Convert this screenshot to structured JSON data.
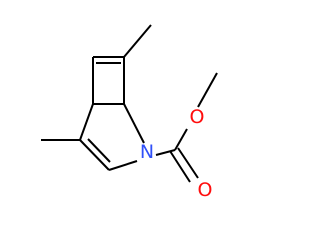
{
  "molecule": {
    "atoms": {
      "nitrogen": "N",
      "carbonyl_oxygen": "O",
      "ether_oxygen": "O"
    },
    "colors": {
      "bond": "#000000",
      "nitrogen": "#3050F8",
      "oxygen": "#FF0D0D",
      "background": "#FFFFFF"
    }
  }
}
